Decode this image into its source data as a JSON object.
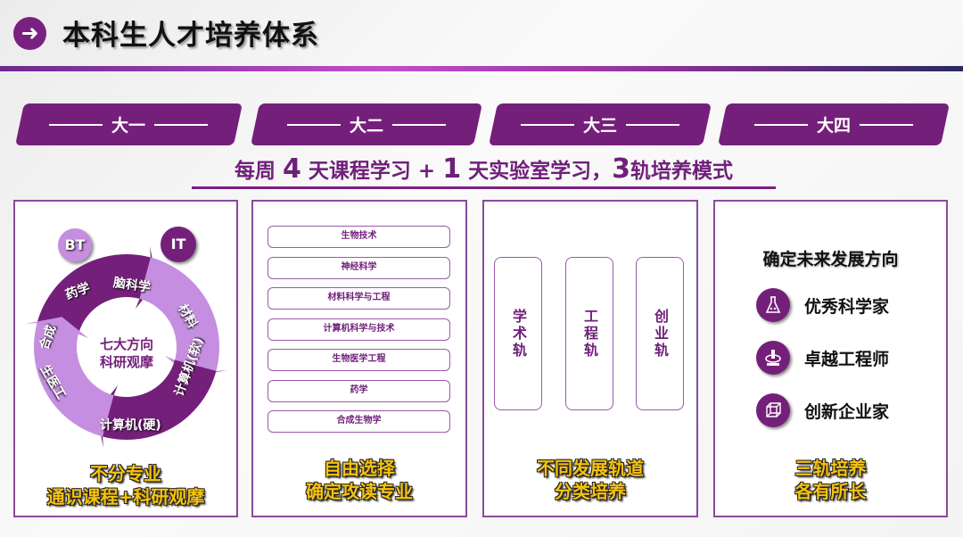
{
  "header": {
    "title": "本科生人才培养体系",
    "icon": "arrow-right-circle-icon"
  },
  "years": [
    "大一",
    "大二",
    "大三",
    "大四"
  ],
  "subtitle": {
    "a": "每周 ",
    "n1": "4",
    "b": " 天课程学习 + ",
    "n2": "1",
    "c": " 天实验室学习，",
    "n3": "3",
    "d": "轨培养模式"
  },
  "card1": {
    "badges": [
      "BT",
      "IT"
    ],
    "center": [
      "七大方向",
      "科研观摩"
    ],
    "segments": [
      "药学",
      "脑科学",
      "材料",
      "计算机(软)",
      "计算机(硬)",
      "生医工",
      "合成"
    ],
    "caption": [
      "不分专业",
      "通识课程+科研观摩"
    ]
  },
  "card2": {
    "majors": [
      "生物技术",
      "神经科学",
      "材料科学与工程",
      "计算机科学与技术",
      "生物医学工程",
      "药学",
      "合成生物学"
    ],
    "caption": [
      "自由选择",
      "确定攻读专业"
    ]
  },
  "card3": {
    "tracks": [
      "学术轨",
      "工程轨",
      "创业轨"
    ],
    "caption": [
      "不同发展轨道",
      "分类培养"
    ]
  },
  "card4": {
    "heading": "确定未来发展方向",
    "items": [
      {
        "label": "优秀科学家",
        "icon": "flask-icon"
      },
      {
        "label": "卓越工程师",
        "icon": "engineering-icon"
      },
      {
        "label": "创新企业家",
        "icon": "cube-icon"
      }
    ],
    "caption": [
      "三轨培养",
      "各有所长"
    ]
  },
  "colors": {
    "dark": "#74207a",
    "light": "#c58ee0",
    "caption": "#f6c20f"
  }
}
